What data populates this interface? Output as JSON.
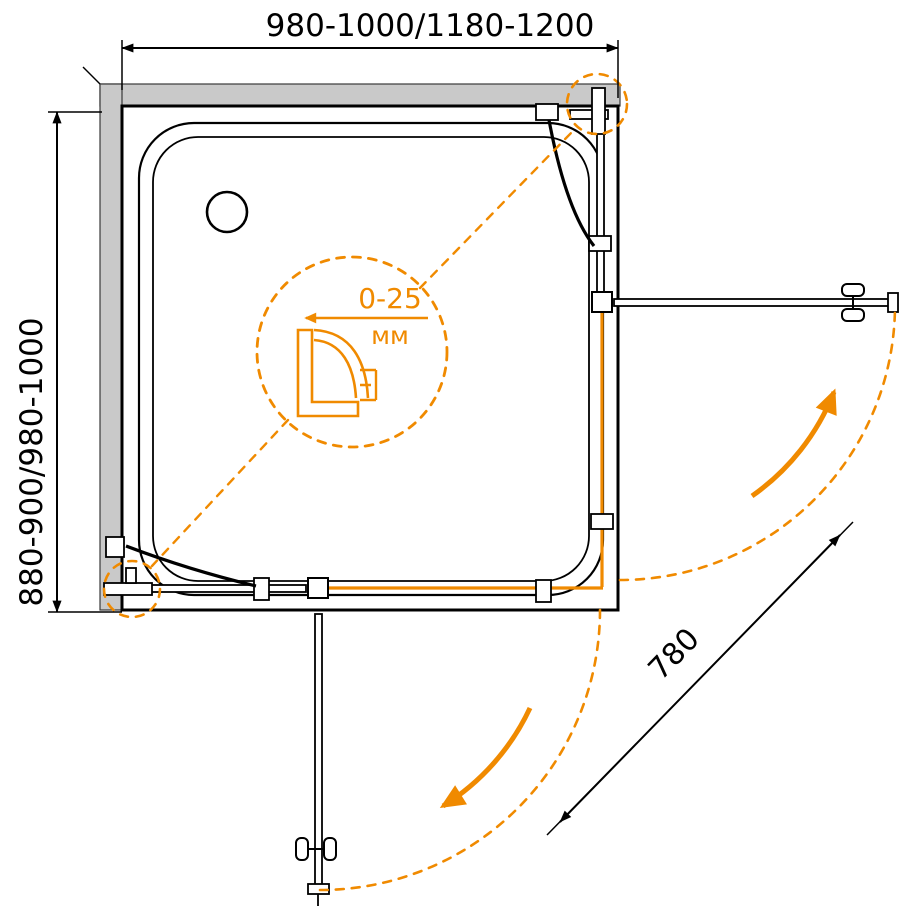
{
  "drawing": {
    "dimensions": {
      "width_top": "980-1000/1180-1200",
      "depth_left": "880-900/980-1000",
      "entry_diagonal": "780"
    },
    "detail_callout": {
      "adjustment_range": "0-25",
      "unit": "мм"
    },
    "colors": {
      "accent": "#F08A00",
      "line": "#000000",
      "wall": "#C9C9C9",
      "background": "#FFFFFF"
    }
  }
}
